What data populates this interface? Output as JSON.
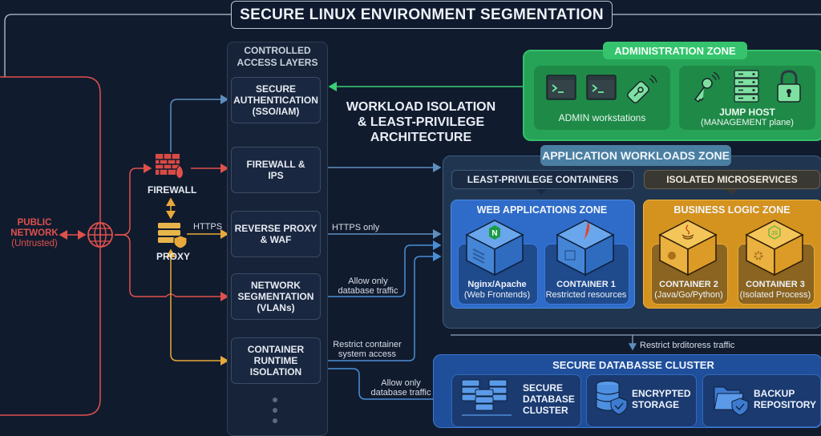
{
  "title": "SECURE LINUX ENVIRONMENT SEGMENTATION",
  "center_title": [
    "WORKLOAD ISOLATION",
    "& LEAST-PRIVILEGE",
    "ARCHITECTURE"
  ],
  "public_network": {
    "line1": "PUBLIC",
    "line2": "NETWORK",
    "line3": "(Untrusted)",
    "icon": "globe-icon"
  },
  "edge_devices": {
    "firewall": {
      "label": "FIREWALL",
      "icon": "firewall-icon"
    },
    "proxy": {
      "label": "PROXY",
      "icon": "proxy-server-icon",
      "link_label": "HTTPS"
    }
  },
  "access_layers": {
    "title": [
      "CONTROLLED",
      "ACCESS LAYERS"
    ],
    "layers": [
      {
        "lines": [
          "SECURE",
          "AUTHENTICATION",
          "(SSO/IAM)"
        ]
      },
      {
        "lines": [
          "FIREWALL &",
          "IPS"
        ]
      },
      {
        "lines": [
          "REVERSE PROXY",
          "& WAF"
        ]
      },
      {
        "lines": [
          "NETWORK",
          "SEGMENTATION",
          "(VLANs)"
        ]
      },
      {
        "lines": [
          "CONTAINER",
          "RUNTIME",
          "ISOLATION"
        ]
      }
    ]
  },
  "flow_labels": {
    "https_only": "HTTPS only",
    "allow_db_1": [
      "Allow only",
      "database traffic"
    ],
    "restrict_container": [
      "Restrict container",
      "system access"
    ],
    "allow_db_2": [
      "Allow only",
      "database traffic"
    ],
    "restrict_egress": "Restrict brditoress traffic"
  },
  "admin_zone": {
    "title": "ADMINISTRATION ZONE",
    "workstations": {
      "label": "ADMIN workstations",
      "icons": [
        "terminal-icon",
        "terminal-icon",
        "key-fob-icon"
      ]
    },
    "jump_host": {
      "label": "JUMP HOST",
      "sublabel": "(MANAGEMENT plane)",
      "icons": [
        "key-icon",
        "server-rack-icon",
        "padlock-icon"
      ]
    }
  },
  "app_zone": {
    "title": "APPLICATION WORKLOADS ZONE",
    "groups": [
      {
        "tab": "LEAST-PRIVILEGE CONTAINERS",
        "zone": "WEB APPLICATIONS ZONE",
        "containers": [
          {
            "name": "Nginx/Apache",
            "desc": "(Web Frontends)",
            "icon": "nginx-icon"
          },
          {
            "name": "CONTAINER 1",
            "desc": "Restricted resources",
            "icon": "apache-feather-icon"
          }
        ]
      },
      {
        "tab": "ISOLATED MICROSERVICES",
        "zone": "BUSINESS LOGIC ZONE",
        "containers": [
          {
            "name": "CONTAINER 2",
            "desc": "(Java/Go/Python)",
            "icon": "java-icon"
          },
          {
            "name": "CONTAINER 3",
            "desc": "(Isolated Process)",
            "icon": "nodejs-icon"
          }
        ]
      }
    ]
  },
  "db_zone": {
    "title": "SECURE DATABASSE CLUSTER",
    "cards": [
      {
        "lines": [
          "SECURE",
          "DATABASE",
          "CLUSTER"
        ],
        "icon": "database-servers-icon"
      },
      {
        "lines": [
          "ENCRYPTED",
          "STORAGE"
        ],
        "icon": "encrypted-db-icon"
      },
      {
        "lines": [
          "BACKUP",
          "REPOSITORY"
        ],
        "icon": "backup-folder-icon"
      }
    ]
  },
  "colors": {
    "background": "#111b2e",
    "untrusted_red": "#e0514c",
    "proxy_amber": "#e8a93a",
    "flow_blue": "#4a8fd6",
    "admin_green": "#26a356",
    "web_blue": "#2f6cc9",
    "business_amber": "#d4921f"
  }
}
